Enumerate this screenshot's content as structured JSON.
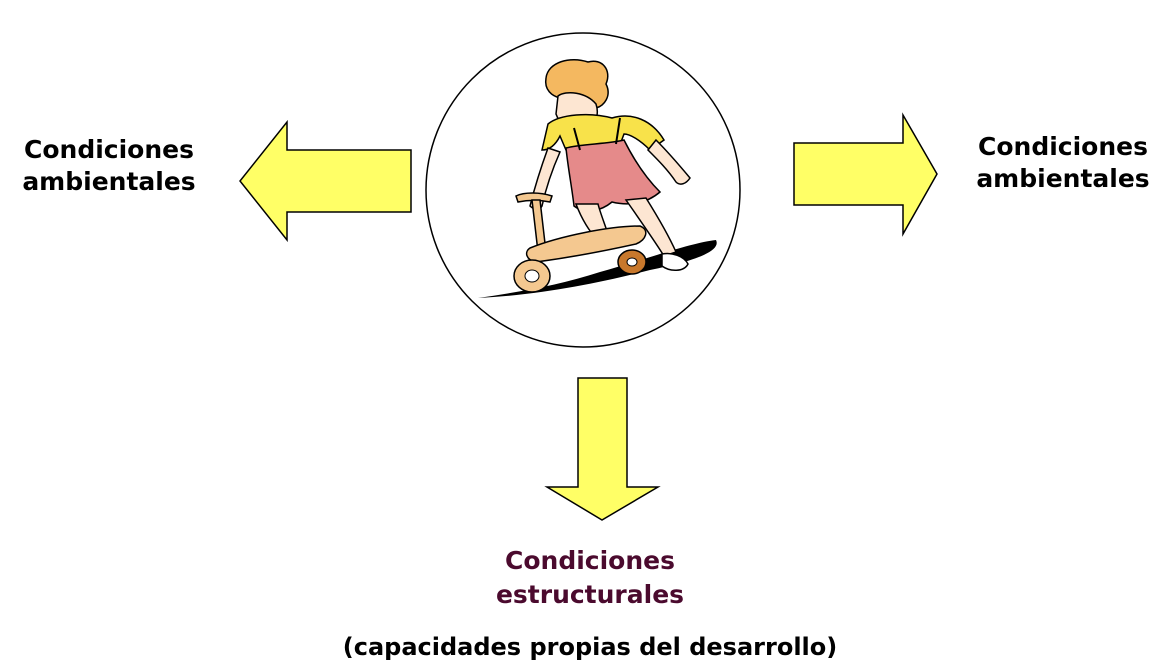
{
  "left_label": {
    "line1": "Condiciones",
    "line2": "ambientales"
  },
  "right_label": {
    "line1": "Condiciones",
    "line2": "ambientales"
  },
  "bottom_label": {
    "line1": "Condiciones",
    "line2": "estructurales"
  },
  "bottom_note": "(capacidades propias del desarrollo)",
  "colors": {
    "arrow_fill": "#ffff66",
    "arrow_stroke": "#000000",
    "bottom_label_text": "#4b0a2e",
    "label_text": "#000000"
  },
  "center_image": "child-on-scooter-clipart"
}
